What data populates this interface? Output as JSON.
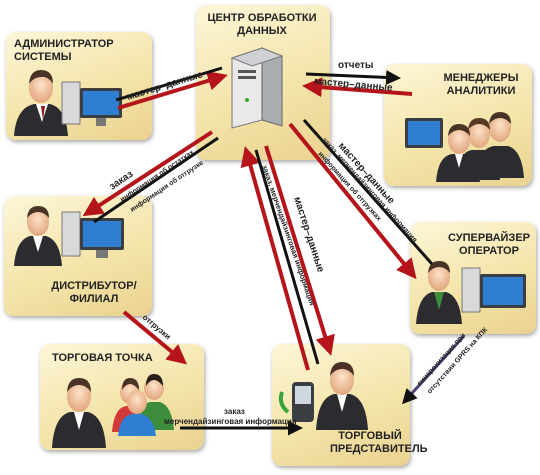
{
  "nodes": {
    "center": {
      "title": "ЦЕНТР ОБРАБОТКИ ДАННЫХ"
    },
    "admin": {
      "title": "АДМИНИСТРАТОР СИСТЕМЫ"
    },
    "managers": {
      "title": "МЕНЕДЖЕРЫ АНАЛИТИКИ"
    },
    "distributor": {
      "title": "ДИСТРИБУТОР/ ФИЛИАЛ"
    },
    "supervisor": {
      "title": "СУПЕРВАЙЗЕР ОПЕРАТОР"
    },
    "point": {
      "title": "ТОРГОВАЯ ТОЧКА"
    },
    "rep": {
      "title": "ТОРГОВЫЙ ПРЕДСТАВИТЕЛЬ"
    }
  },
  "edges": {
    "admin_master": "мастер–данные",
    "reports": "отчеты",
    "managers_master": "мастер–данные",
    "order_left": "заказ",
    "stock_info": "информация об остатках",
    "shipment_info": "информация об отгрузке",
    "rep_order": "заказ, мерчендайзинговая информация",
    "rep_master": "мастер–данные",
    "sup_master": "мастер–данные",
    "sup_order": "заказ, мерчендайзинговая информация",
    "sup_shipment": "информация об отгрузках",
    "shipments": "отгрузки",
    "point_order": "заказ",
    "point_merch": "мерчендайзинговая информация",
    "sync": "синхронизация при",
    "gprs": "отсутствии GPRS на КПК"
  },
  "colors": {
    "arrow_red": "#b5141a",
    "arrow_black": "#111111",
    "box": "#f3e3a6"
  }
}
